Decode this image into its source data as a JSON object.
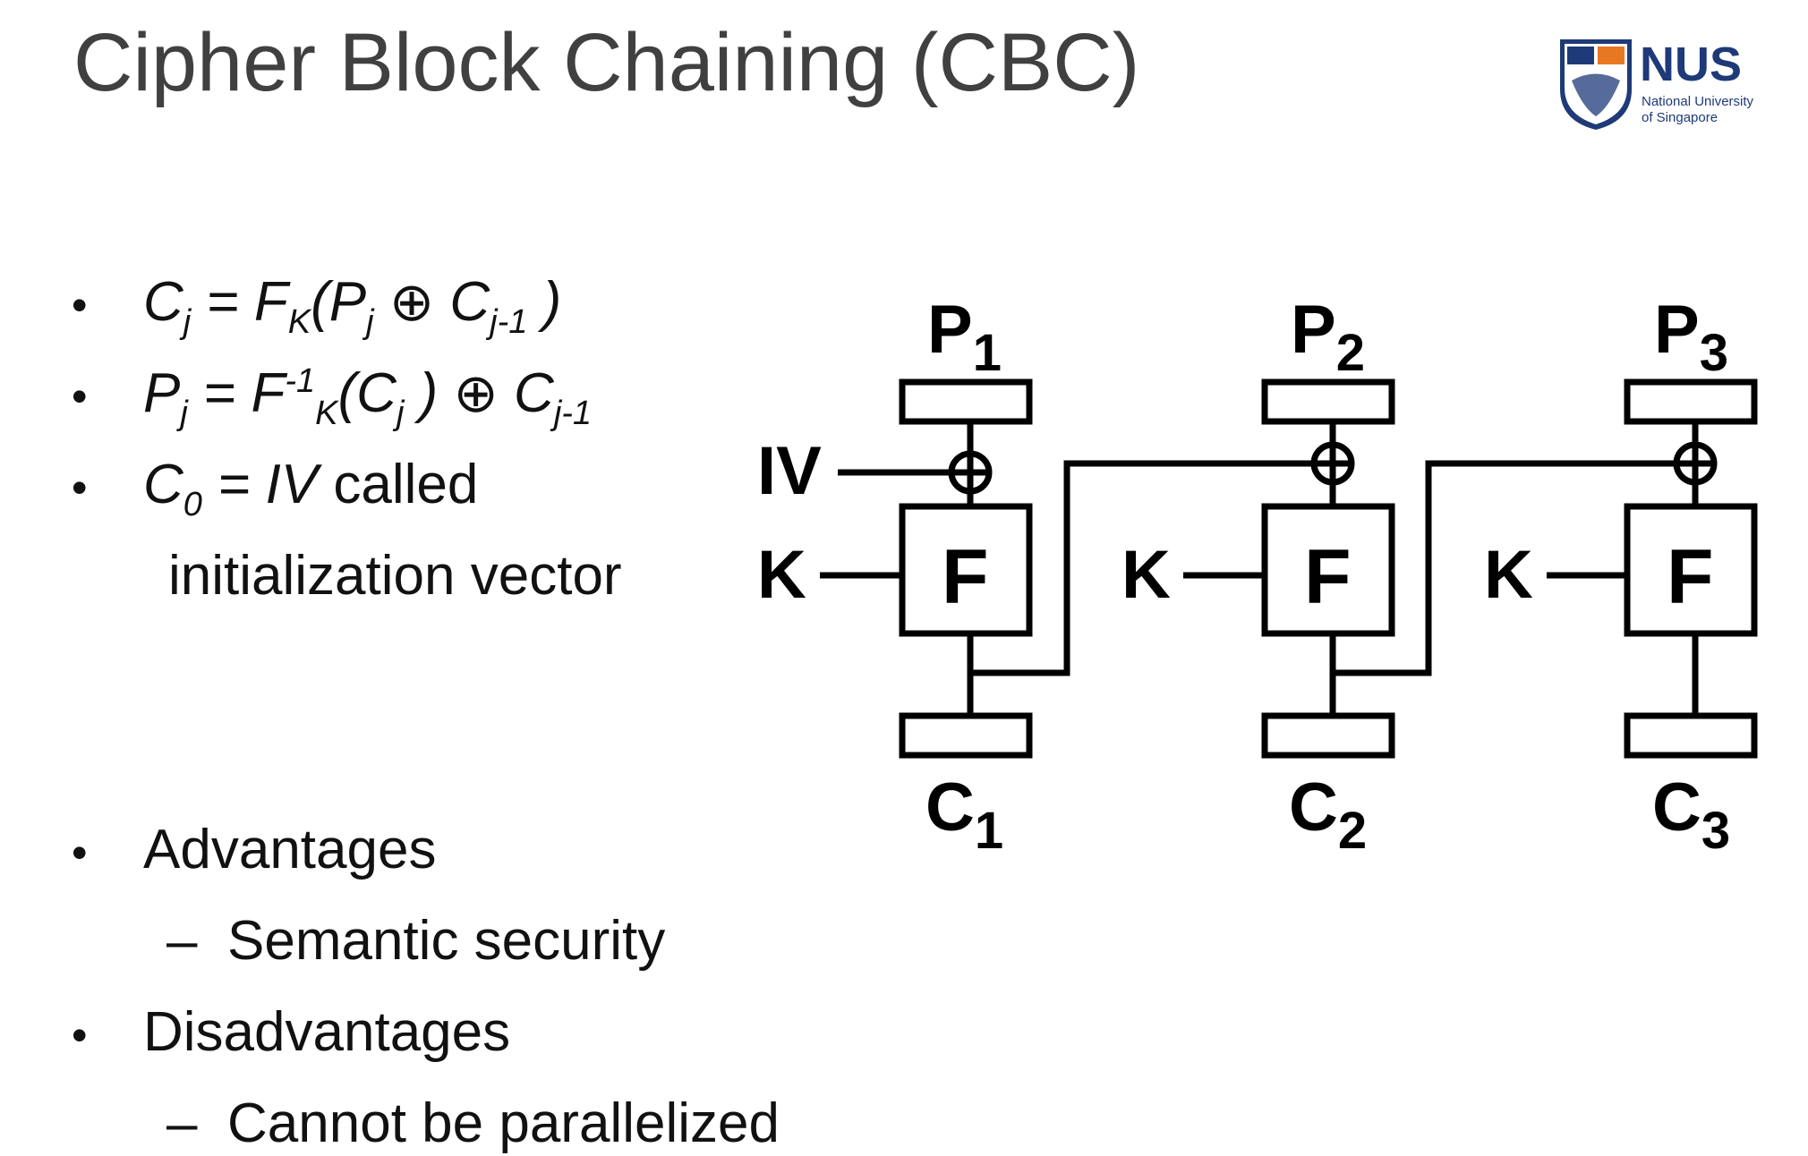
{
  "slide": {
    "title": "Cipher Block Chaining (CBC)"
  },
  "logo": {
    "name": "NUS",
    "line1": "National University",
    "line2": "of Singapore"
  },
  "formulas": {
    "f1": {
      "C": "C",
      "j": "j",
      "eq": " = ",
      "F": "F",
      "K": "K",
      "open": "(",
      "P": "P",
      "xor": "⊕",
      "Cp": "C",
      "jm1": "j-1",
      "close": " )"
    },
    "f2": {
      "P": "P",
      "j": "j",
      "eq": " = ",
      "F": "F",
      "inv": "-1",
      "K": "K",
      "open": "(",
      "C": "C",
      "close": " )",
      "xor": "⊕",
      "Cp": "C",
      "jm1": "j-1"
    },
    "f3": {
      "C": "C",
      "zero": "0",
      "rest": " = IV",
      "called": " called",
      "line2": "initialization vector"
    }
  },
  "notes": {
    "advantages": "Advantages",
    "advantage_item": "Semantic security",
    "disadvantages": "Disadvantages",
    "disadvantage_item": "Cannot be parallelized",
    "dash": "–",
    "bullet": "•"
  },
  "diagram": {
    "iv_label": "IV",
    "key_label": "K",
    "function_label": "F",
    "blocks": [
      {
        "p": "P",
        "p_index": "1",
        "c": "C",
        "c_index": "1"
      },
      {
        "p": "P",
        "p_index": "2",
        "c": "C",
        "c_index": "2"
      },
      {
        "p": "P",
        "p_index": "3",
        "c": "C",
        "c_index": "3"
      }
    ]
  }
}
